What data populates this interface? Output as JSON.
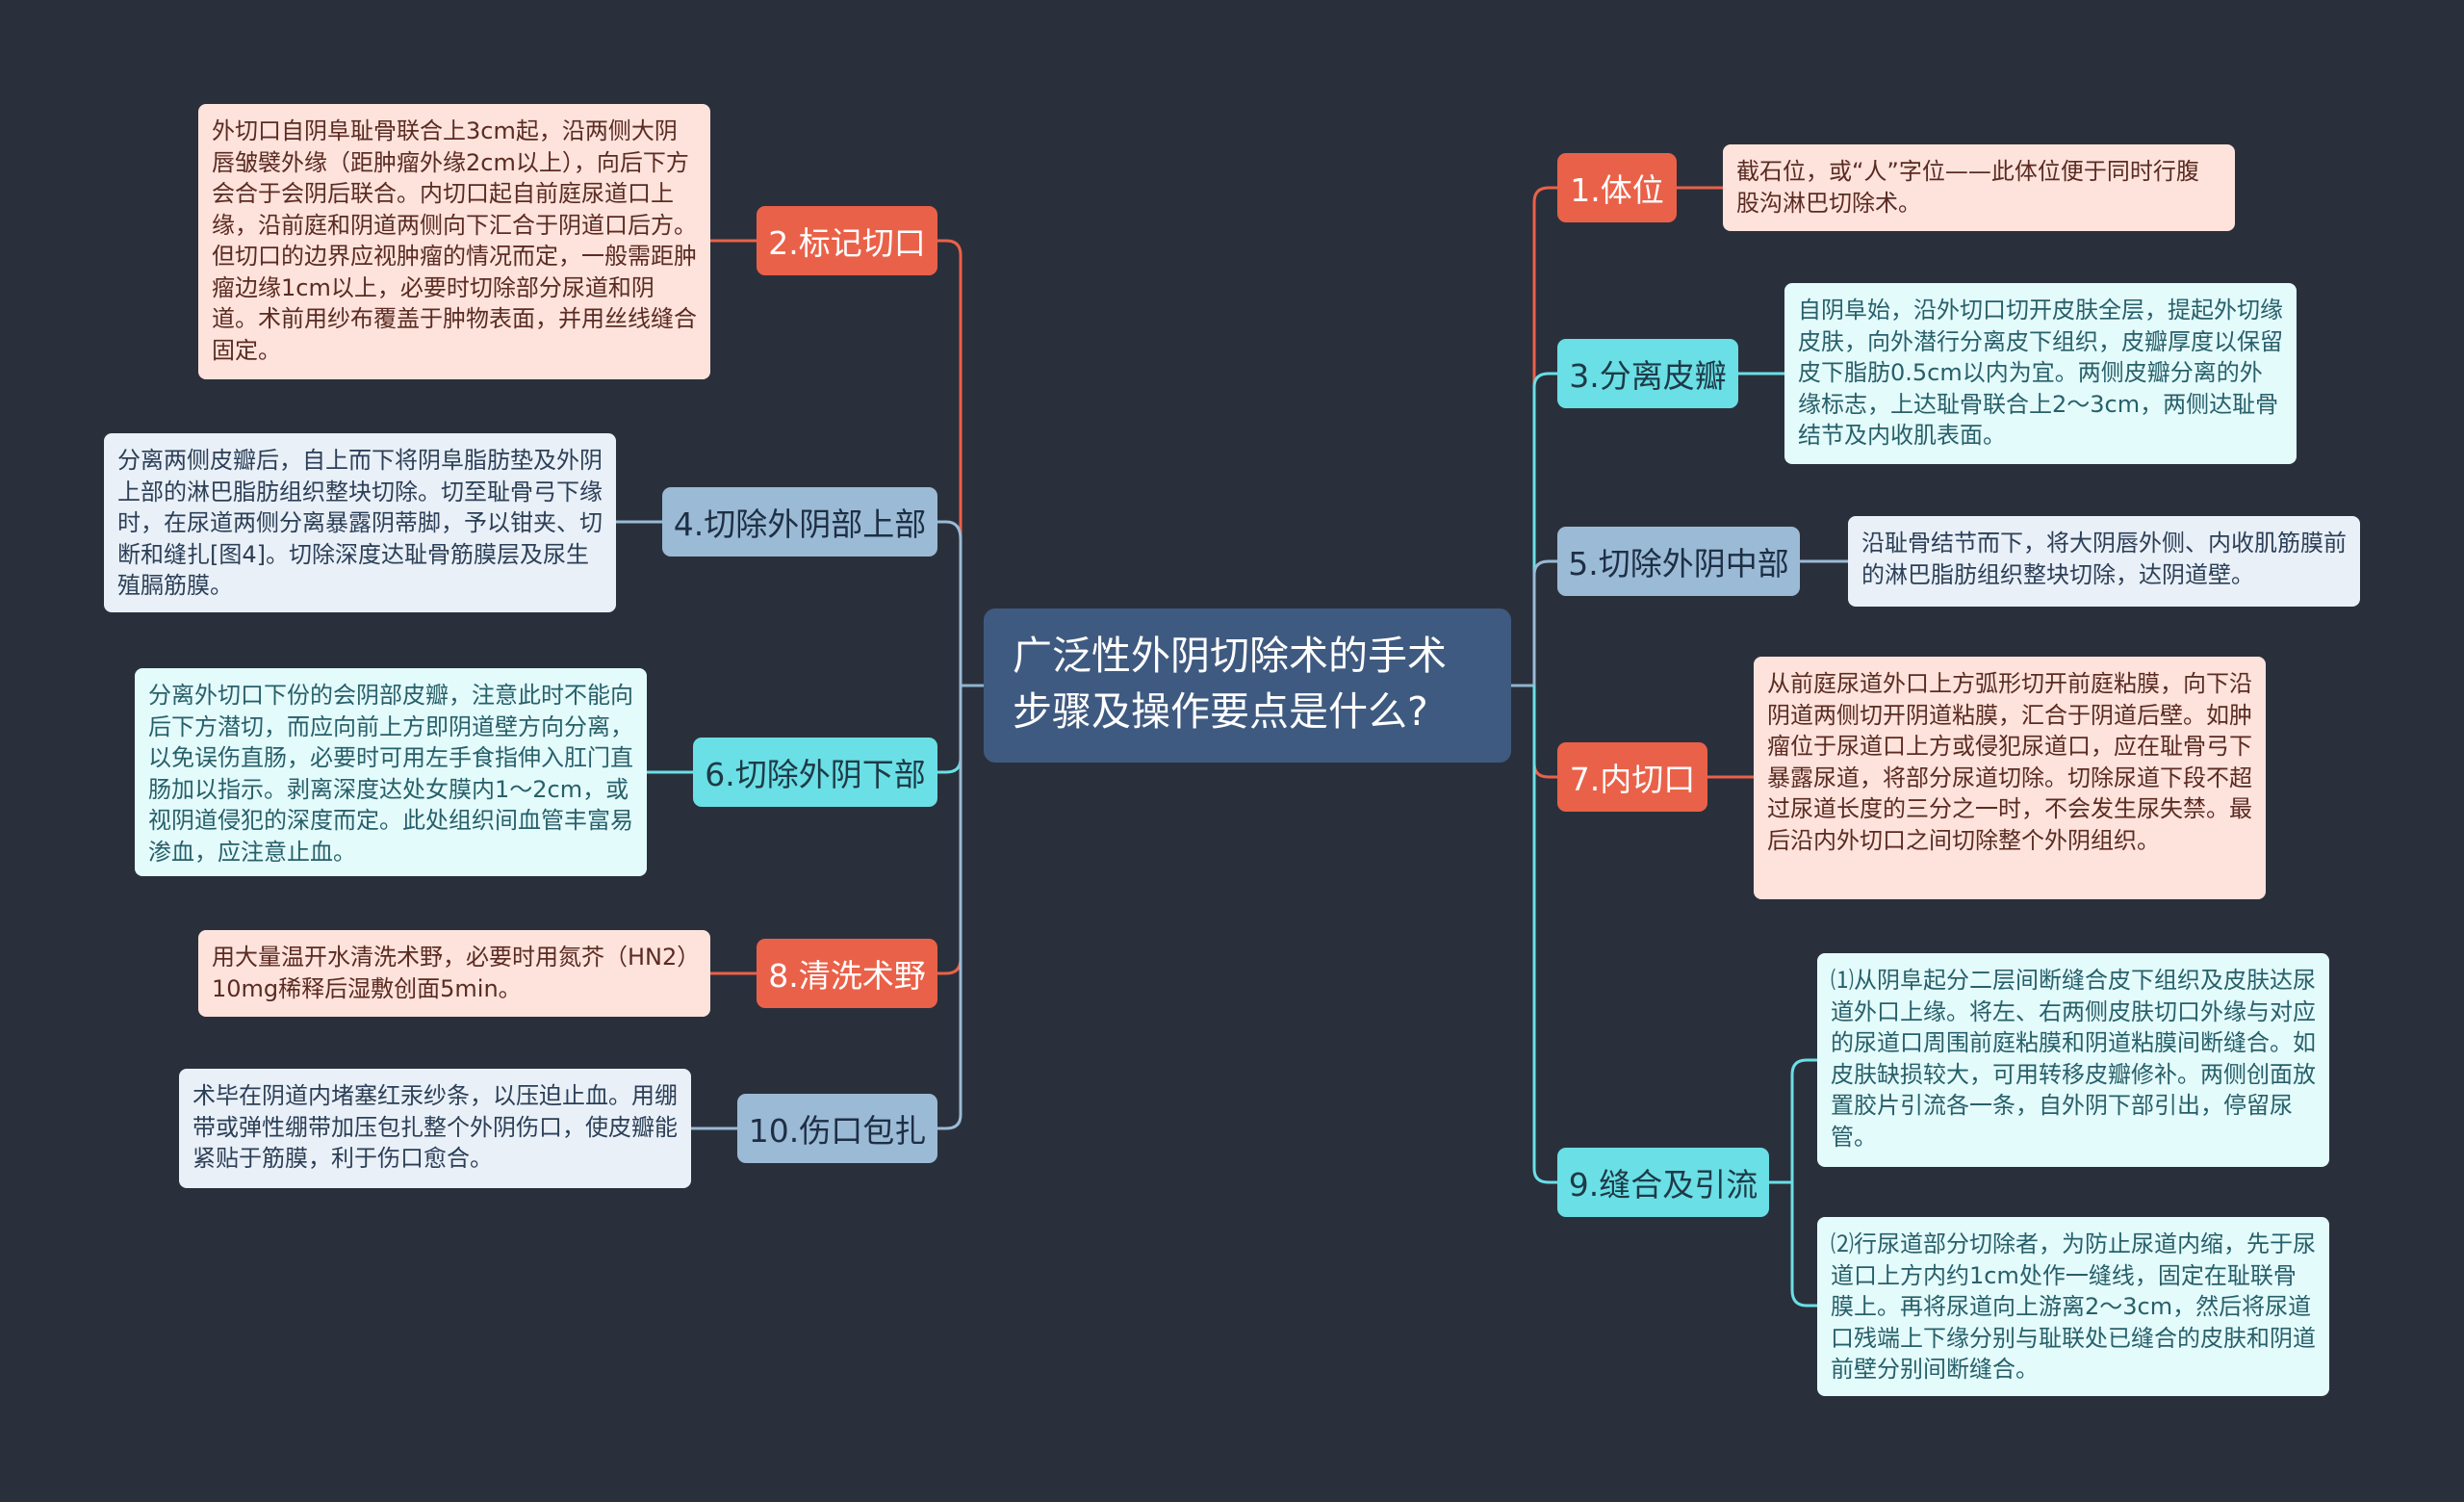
{
  "title": "广泛性外阴切除术的手术步骤及操作要点是什么?",
  "colors": {
    "background": "#2a303b",
    "root": "#3f5a80",
    "red": "#ea6149",
    "cyan": "#6adfe6",
    "blue": "#9bbad6",
    "red_leaf": "#fde3dc",
    "cyan_leaf": "#e4fbfc",
    "blue_leaf": "#e9f0f8"
  },
  "left_branches": [
    {
      "label": "2.标记切口",
      "note": "外切口自阴阜耻骨联合上3cm起，沿两侧大阴唇皱襞外缘（距肿瘤外缘2cm以上），向后下方会合于会阴后联合。内切口起自前庭尿道口上缘，沿前庭和阴道两侧向下汇合于阴道口后方。但切口的边界应视肿瘤的情况而定，一般需距肿瘤边缘1cm以上，必要时切除部分尿道和阴道。术前用纱布覆盖于肿物表面，并用丝线缝合固定。"
    },
    {
      "label": "4.切除外阴部上部",
      "note": "分离两侧皮瓣后，自上而下将阴阜脂肪垫及外阴上部的淋巴脂肪组织整块切除。切至耻骨弓下缘时，在尿道两侧分离暴露阴蒂脚，予以钳夹、切断和缝扎[图4]。切除深度达耻骨筋膜层及尿生殖膈筋膜。"
    },
    {
      "label": "6.切除外阴下部",
      "note": "分离外切口下份的会阴部皮瓣，注意此时不能向后下方潜切，而应向前上方即阴道壁方向分离，以免误伤直肠，必要时可用左手食指伸入肛门直肠加以指示。剥离深度达处女膜内1～2cm，或视阴道侵犯的深度而定。此处组织间血管丰富易渗血，应注意止血。"
    },
    {
      "label": "8.清洗术野",
      "note": "用大量温开水清洗术野，必要时用氮芥（HN2）10mg稀释后湿敷创面5min。"
    },
    {
      "label": "10.伤口包扎",
      "note": "术毕在阴道内堵塞红汞纱条，以压迫止血。用绷带或弹性绷带加压包扎整个外阴伤口，使皮瓣能紧贴于筋膜，利于伤口愈合。"
    }
  ],
  "right_branches": [
    {
      "label": "1.体位",
      "note": "截石位，或“人”字位——此体位便于同时行腹股沟淋巴切除术。"
    },
    {
      "label": "3.分离皮瓣",
      "note": "自阴阜始，沿外切口切开皮肤全层，提起外切缘皮肤，向外潜行分离皮下组织，皮瓣厚度以保留皮下脂肪0.5cm以内为宜。两侧皮瓣分离的外缘标志，上达耻骨联合上2～3cm，两侧达耻骨结节及内收肌表面。"
    },
    {
      "label": "5.切除外阴中部",
      "note": "沿耻骨结节而下，将大阴唇外侧、内收肌筋膜前的淋巴脂肪组织整块切除，达阴道壁。"
    },
    {
      "label": "7.内切口",
      "note": "从前庭尿道外口上方弧形切开前庭粘膜，向下沿阴道两侧切开阴道粘膜，汇合于阴道后壁。如肿瘤位于尿道口上方或侵犯尿道口，应在耻骨弓下暴露尿道，将部分尿道切除。切除尿道下段不超过尿道长度的三分之一时，不会发生尿失禁。最后沿内外切口之间切除整个外阴组织。"
    },
    {
      "label": "9.缝合及引流",
      "notes": [
        "⑴从阴阜起分二层间断缝合皮下组织及皮肤达尿道外口上缘。将左、右两侧皮肤切口外缘与对应的尿道口周围前庭粘膜和阴道粘膜间断缝合。如皮肤缺损较大，可用转移皮瓣修补。两侧创面放置胶片引流各一条，自外阴下部引出，停留尿管。",
        "⑵行尿道部分切除者，为防止尿道内缩，先于尿道口上方内约1cm处作一缝线，固定在耻联骨膜上。再将尿道向上游离2～3cm，然后将尿道口残端上下缘分别与耻联处已缝合的皮肤和阴道前壁分别间断缝合。"
      ]
    }
  ]
}
